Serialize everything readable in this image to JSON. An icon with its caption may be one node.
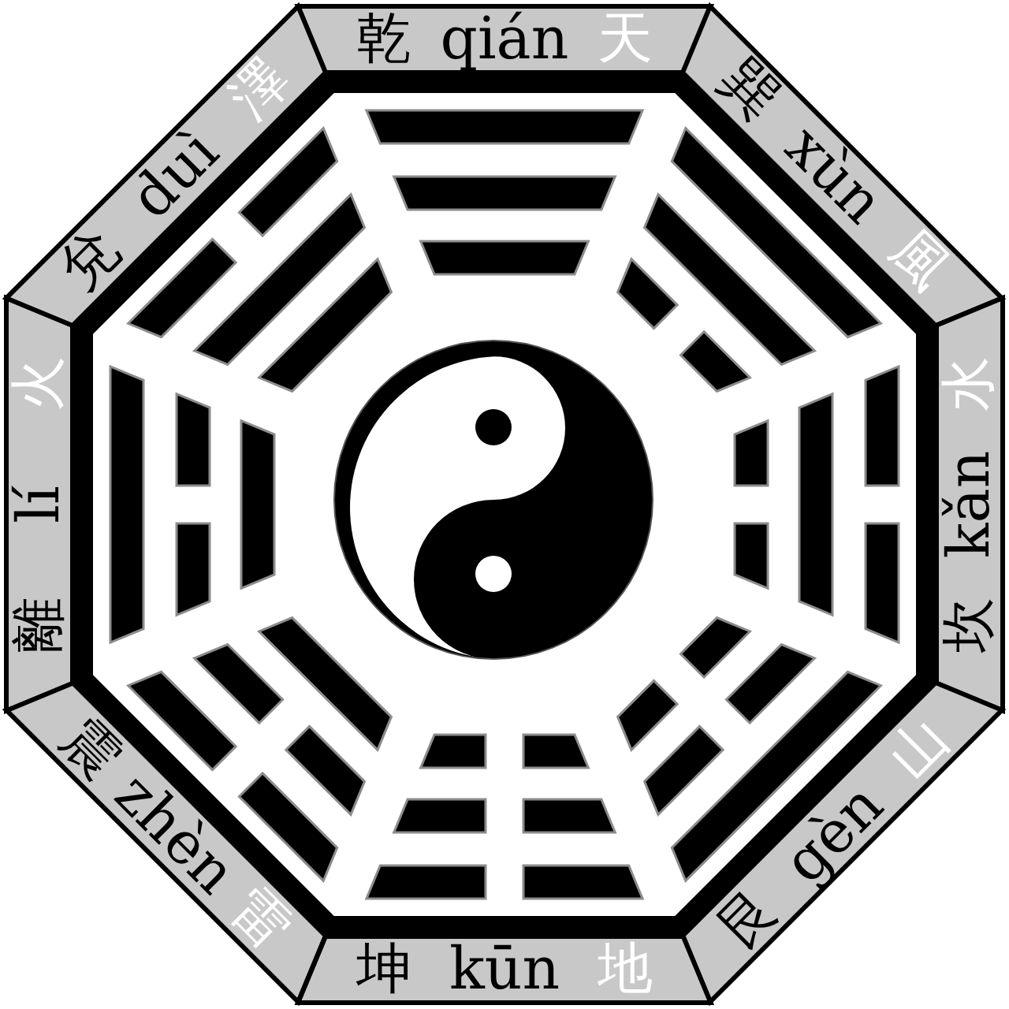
{
  "diagram": {
    "nodes": [
      {
        "text": [
          "乾",
          "qián",
          "天"
        ]
      },
      {
        "text": [
          "巽",
          "xùn",
          "風"
        ]
      },
      {
        "text": [
          "坎",
          "kǎn",
          "水"
        ]
      },
      {
        "text": [
          "艮",
          "gèn",
          "山"
        ]
      },
      {
        "text": [
          "坤",
          "kūn",
          "地"
        ]
      },
      {
        "text": [
          "震",
          "zhèn",
          "雷"
        ]
      },
      {
        "text": [
          "離",
          "lí",
          "火"
        ]
      },
      {
        "text": [
          "兌",
          "duì",
          "澤"
        ]
      }
    ]
  }
}
